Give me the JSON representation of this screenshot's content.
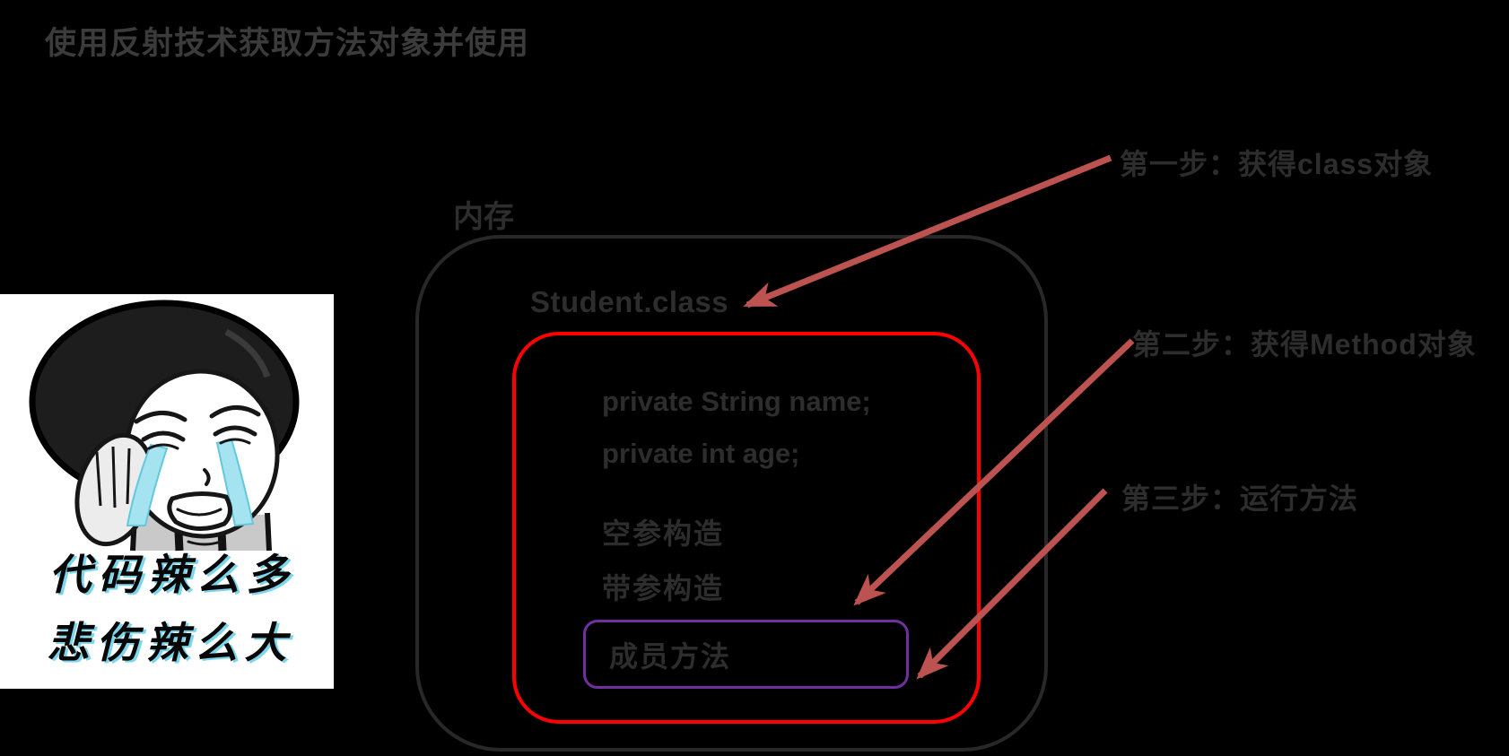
{
  "page": {
    "title": "使用反射技术获取方法对象并使用"
  },
  "meme": {
    "caption_line1": "代码辣么多",
    "caption_line2": "悲伤辣么大"
  },
  "diagram": {
    "memory_label": "内存",
    "class_name": "Student.class",
    "fields": [
      "private String name;",
      "private int age;"
    ],
    "constructors": [
      "空参构造",
      "带参构造"
    ],
    "member_method_label": "成员方法"
  },
  "annotations": {
    "step1": "第一步：获得class对象",
    "step2": "第二步：获得Method对象",
    "step3": "第三步：运行方法"
  },
  "colors": {
    "background": "#000000",
    "title_text": "#3b3b3b",
    "diagram_text": "#2d2d2d",
    "memory_box_border": "#282828",
    "class_box_border": "#ff0000",
    "method_box_border": "#7030a0",
    "arrow": "#bd5350",
    "meme_background": "#ffffff",
    "tear_blue": "#a5e3f0"
  }
}
